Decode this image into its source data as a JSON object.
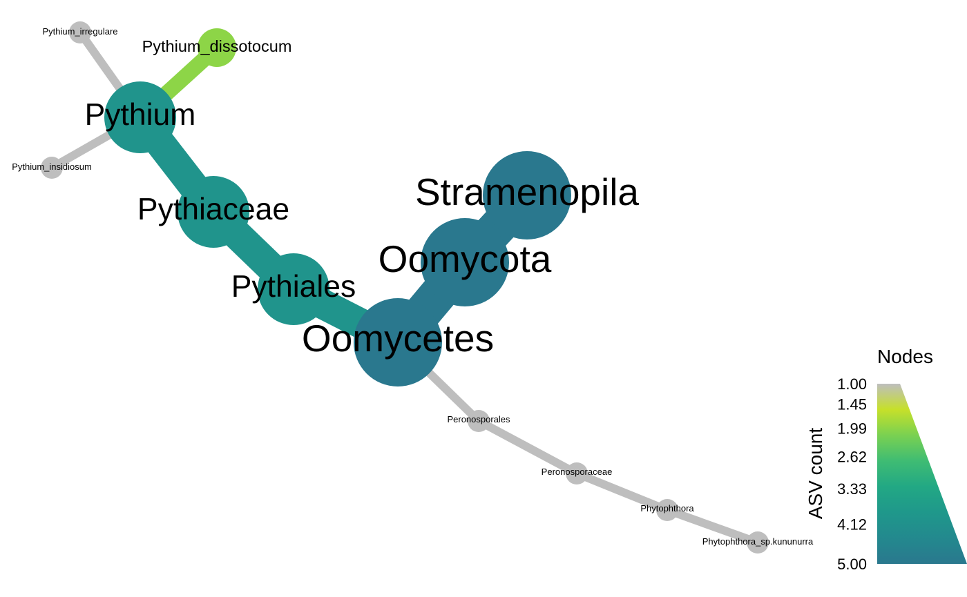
{
  "legend": {
    "title": "Nodes",
    "axis_label": "ASV count",
    "ticks": [
      "1.00",
      "1.45",
      "1.99",
      "2.62",
      "3.33",
      "4.12",
      "5.00"
    ],
    "tick_values": [
      1.0,
      1.45,
      1.99,
      2.62,
      3.33,
      4.12,
      5.0
    ],
    "min": 1.0,
    "max": 5.0
  },
  "colors": {
    "low": "#bebebe",
    "ramp": [
      "#bebebe",
      "#c6e02a",
      "#7ad151",
      "#3fbc73",
      "#22a884",
      "#1f988b",
      "#23898e",
      "#2a788e"
    ]
  },
  "nodes": [
    {
      "id": "stramenopila",
      "label": "Stramenopila",
      "count": 5
    },
    {
      "id": "oomycota",
      "label": "Oomycota",
      "count": 5
    },
    {
      "id": "oomycetes",
      "label": "Oomycetes",
      "count": 5
    },
    {
      "id": "pythiales",
      "label": "Pythiales",
      "count": 4
    },
    {
      "id": "pythiaceae",
      "label": "Pythiaceae",
      "count": 4
    },
    {
      "id": "pythium",
      "label": "Pythium",
      "count": 4
    },
    {
      "id": "pythium_dissotocum",
      "label": "Pythium_dissotocum",
      "count": 2
    },
    {
      "id": "pythium_irregulare",
      "label": "Pythium_irregulare",
      "count": 1
    },
    {
      "id": "pythium_insidiosum",
      "label": "Pythium_insidiosum",
      "count": 1
    },
    {
      "id": "peronosporales",
      "label": "Peronosporales",
      "count": 1
    },
    {
      "id": "peronosporaceae",
      "label": "Peronosporaceae",
      "count": 1
    },
    {
      "id": "phytophthora",
      "label": "Phytophthora",
      "count": 1
    },
    {
      "id": "phytophthora_sp_kununurra",
      "label": "Phytophthora_sp.kununurra",
      "count": 1
    }
  ],
  "edges": [
    {
      "from": "stramenopila",
      "to": "oomycota"
    },
    {
      "from": "oomycota",
      "to": "oomycetes"
    },
    {
      "from": "oomycetes",
      "to": "pythiales"
    },
    {
      "from": "pythiales",
      "to": "pythiaceae"
    },
    {
      "from": "pythiaceae",
      "to": "pythium"
    },
    {
      "from": "pythium",
      "to": "pythium_dissotocum"
    },
    {
      "from": "pythium",
      "to": "pythium_irregulare"
    },
    {
      "from": "pythium",
      "to": "pythium_insidiosum"
    },
    {
      "from": "oomycetes",
      "to": "peronosporales"
    },
    {
      "from": "peronosporales",
      "to": "peronosporaceae"
    },
    {
      "from": "peronosporaceae",
      "to": "phytophthora"
    },
    {
      "from": "phytophthora",
      "to": "phytophthora_sp_kununurra"
    }
  ]
}
